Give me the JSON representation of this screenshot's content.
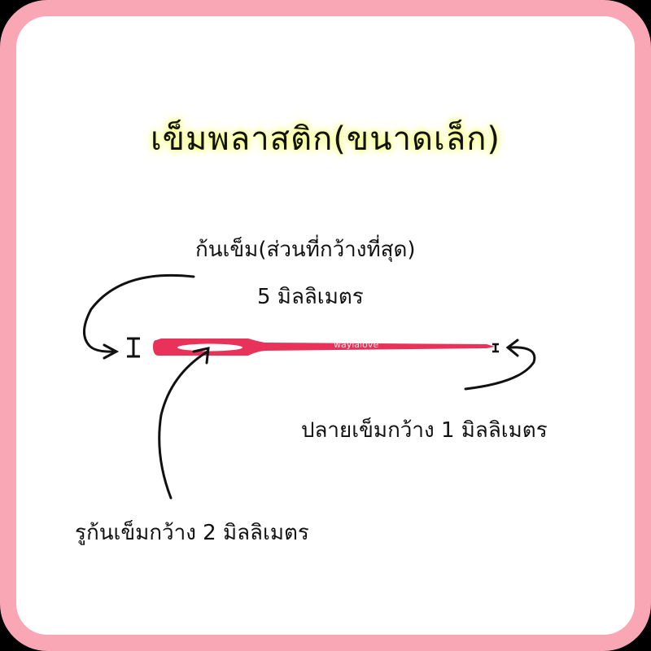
{
  "title": "เข็มพลาสติก(ขนาดเล็ก)",
  "labels": {
    "head_width": "ก้นเข็ม(ส่วนที่กว้างที่สุด)",
    "head_width_value": "5 มิลลิเมตร",
    "tip_width": "ปลายเข็มกว้าง 1 มิลลิเมตร",
    "eye_width": "รูก้นเข็มกว้าง 2 มิลลิเมตร"
  },
  "watermark": "waylalove",
  "colors": {
    "frame": "#f9a6b5",
    "background": "#ffffff",
    "needle": "#e8325a",
    "title_glow": "#f4ff7a",
    "ink": "#111111"
  }
}
